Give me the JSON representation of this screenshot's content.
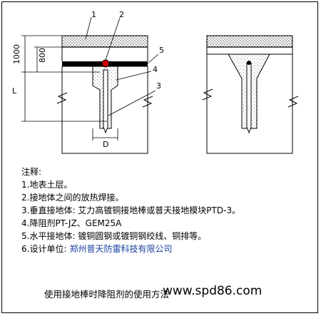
{
  "labels": {
    "callout_1": "1",
    "callout_2": "2",
    "callout_3": "3",
    "callout_4": "4",
    "callout_5": "5",
    "dim_1000": "1000",
    "dim_800": "800",
    "dim_L": "L",
    "dim_D": "D"
  },
  "notes": {
    "title": "注释:",
    "items": [
      "1.地表土层。",
      "2.接地体之间的放热焊接。",
      "3.垂直接地体: 艾力高镀铜接地棒或普天接地模块PTD-3。",
      "4.降阻剂PT-JZ、GEM25A",
      "5.水平接地体: 镀铜圆钢或镀铜钢绞线、铜排等。"
    ],
    "designer_label": "6.设计单位:",
    "designer_name": "郑州普天防雷科技有限公司"
  },
  "caption": "使用接地棒时降阻剂的使用方法",
  "website": "www.spd86.com",
  "colors": {
    "line": "#000000",
    "weld": "#cc0000",
    "designer_text": "#1a3fa0"
  }
}
